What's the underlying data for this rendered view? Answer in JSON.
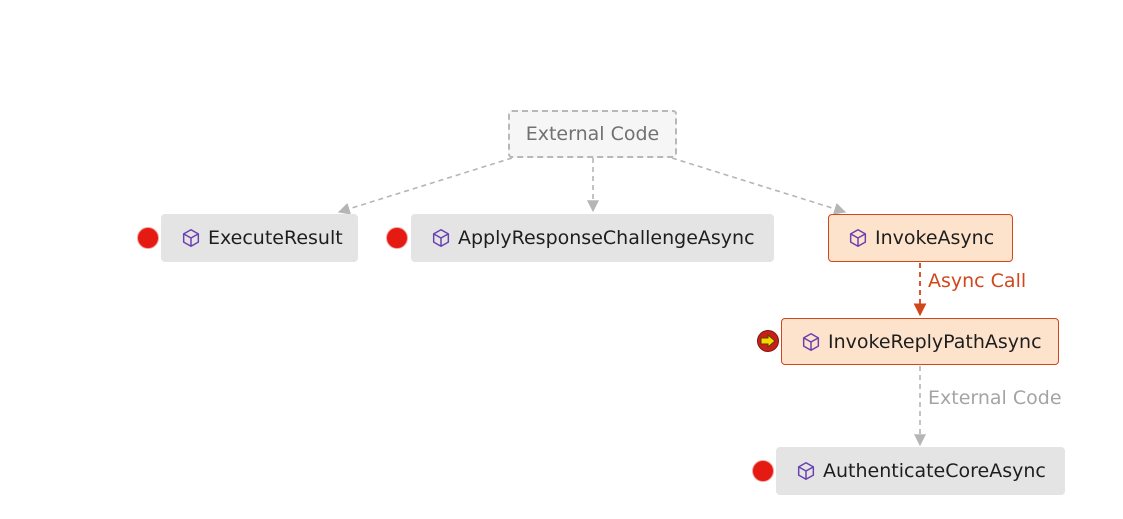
{
  "nodes": {
    "external_root": {
      "label": "External Code"
    },
    "execute_result": {
      "label": "ExecuteResult",
      "icon": "cube-icon",
      "breakpoint": true
    },
    "apply_response": {
      "label": "ApplyResponseChallengeAsync",
      "icon": "cube-icon",
      "breakpoint": true
    },
    "invoke_async": {
      "label": "InvokeAsync",
      "icon": "cube-icon",
      "active": true
    },
    "invoke_reply": {
      "label": "InvokeReplyPathAsync",
      "icon": "cube-icon",
      "active": true,
      "breakpoint": "current-statement"
    },
    "authenticate": {
      "label": "AuthenticateCoreAsync",
      "icon": "cube-icon",
      "breakpoint": true
    }
  },
  "edges": {
    "async_call": {
      "label": "Async Call"
    },
    "external_code": {
      "label": "External Code"
    }
  },
  "colors": {
    "accent": "#d0471c",
    "active_fill": "#fde3cb",
    "node_fill": "#e4e4e4",
    "edge_gray": "#b5b5b5",
    "breakpoint": "#e41a13",
    "cube_icon": "#6a3fb0"
  }
}
